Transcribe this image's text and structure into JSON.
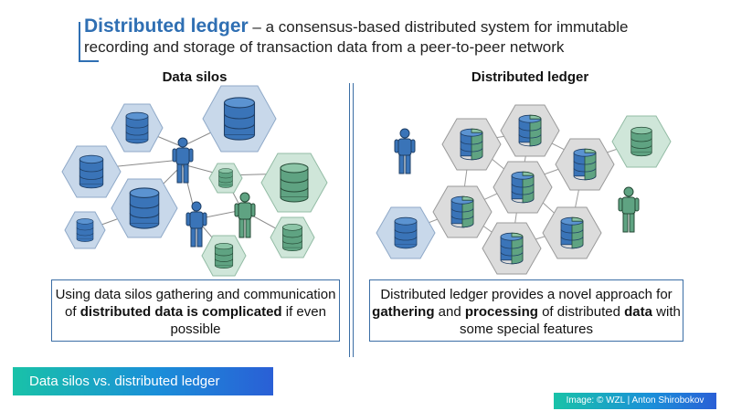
{
  "header": {
    "title_strong": "Distributed ledger",
    "title_rest": " – a consensus-based distributed system for immutable",
    "title_line2": "recording and storage of transaction data from a peer-to-peer network"
  },
  "left": {
    "title": "Data silos",
    "box": {
      "part1": "Using data silos gathering and communication of ",
      "bold1": "distributed data is complicated",
      "part2": " if even possible"
    }
  },
  "right": {
    "title": "Distributed ledger",
    "box": {
      "part1": "Distributed ledger provides a novel approach for ",
      "bold1": "gathering",
      "part2": " and ",
      "bold2": "processing",
      "part3": " of distributed ",
      "bold3": "data",
      "part4": " with some special features"
    }
  },
  "footer": {
    "caption": "Data silos vs. distributed ledger",
    "credit": "Image: © WZL | Anton Shirobokov"
  },
  "colors": {
    "blue_db": "#3a74b8",
    "blue_hex": "#c8d8ea",
    "green_db": "#5fa382",
    "green_hex": "#cfe6d9",
    "grey_hex": "#dcdcdc",
    "accent": "#2f6fb3"
  }
}
